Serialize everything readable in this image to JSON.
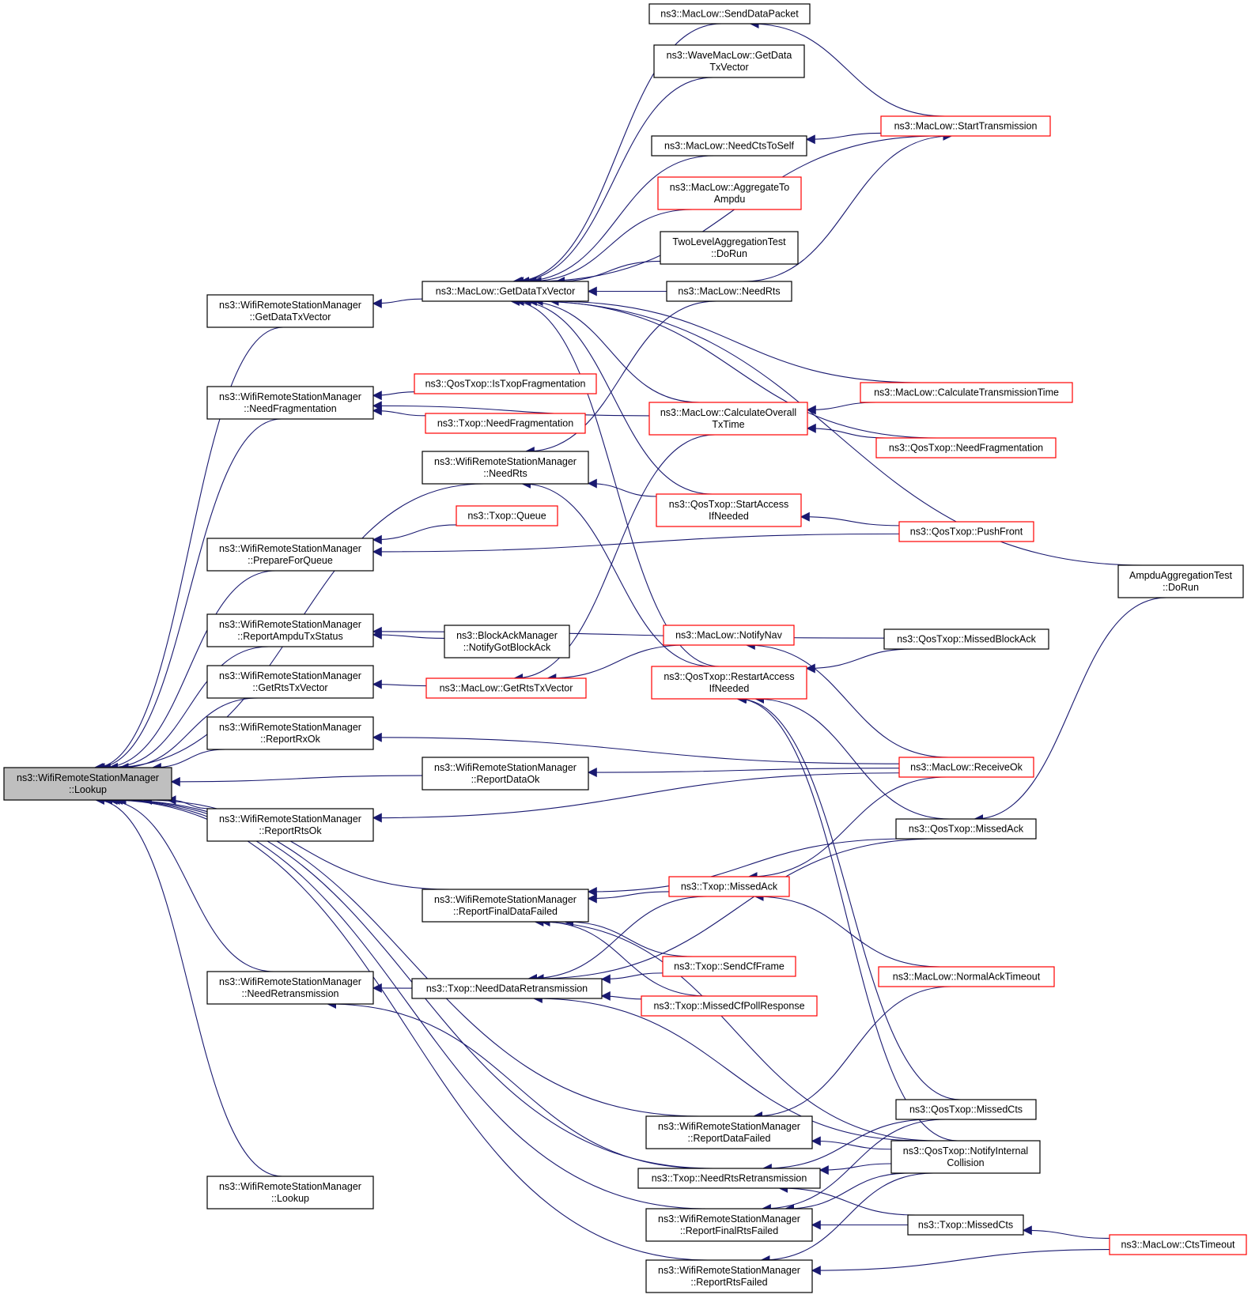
{
  "colors": {
    "edge": "#191970",
    "box_border": "#000000",
    "box_border_red": "#ff0000",
    "focus_fill": "#bfbfbf",
    "box_fill": "#ffffff"
  },
  "nodes": [
    {
      "id": "lookup_main",
      "lines": [
        "ns3::WifiRemoteStationManager",
        "::Lookup"
      ],
      "style": "focus"
    },
    {
      "id": "lookup2",
      "lines": [
        "ns3::WifiRemoteStationManager",
        "::Lookup"
      ],
      "style": "normal"
    },
    {
      "id": "getdatatx_wrsm",
      "lines": [
        "ns3::WifiRemoteStationManager",
        "::GetDataTxVector"
      ],
      "style": "normal"
    },
    {
      "id": "needfrag_wrsm",
      "lines": [
        "ns3::WifiRemoteStationManager",
        "::NeedFragmentation"
      ],
      "style": "normal"
    },
    {
      "id": "needrts_wrsm",
      "lines": [
        "ns3::WifiRemoteStationManager",
        "::NeedRts"
      ],
      "style": "normal"
    },
    {
      "id": "prepare_wrsm",
      "lines": [
        "ns3::WifiRemoteStationManager",
        "::PrepareForQueue"
      ],
      "style": "normal"
    },
    {
      "id": "reportampdu_wrsm",
      "lines": [
        "ns3::WifiRemoteStationManager",
        "::ReportAmpduTxStatus"
      ],
      "style": "normal"
    },
    {
      "id": "getrts_wrsm",
      "lines": [
        "ns3::WifiRemoteStationManager",
        "::GetRtsTxVector"
      ],
      "style": "normal"
    },
    {
      "id": "reportrxok_wrsm",
      "lines": [
        "ns3::WifiRemoteStationManager",
        "::ReportRxOk"
      ],
      "style": "normal"
    },
    {
      "id": "reportdataok_wrsm",
      "lines": [
        "ns3::WifiRemoteStationManager",
        "::ReportDataOk"
      ],
      "style": "normal"
    },
    {
      "id": "reportrtsok_wrsm",
      "lines": [
        "ns3::WifiRemoteStationManager",
        "::ReportRtsOk"
      ],
      "style": "normal"
    },
    {
      "id": "reportfinaldata_wrsm",
      "lines": [
        "ns3::WifiRemoteStationManager",
        "::ReportFinalDataFailed"
      ],
      "style": "normal"
    },
    {
      "id": "needretrans_wrsm",
      "lines": [
        "ns3::WifiRemoteStationManager",
        "::NeedRetransmission"
      ],
      "style": "normal"
    },
    {
      "id": "reportdatafailed_wrsm",
      "lines": [
        "ns3::WifiRemoteStationManager",
        "::ReportDataFailed"
      ],
      "style": "normal"
    },
    {
      "id": "reportfinalrts_wrsm",
      "lines": [
        "ns3::WifiRemoteStationManager",
        "::ReportFinalRtsFailed"
      ],
      "style": "normal"
    },
    {
      "id": "reportrtsfailed_wrsm",
      "lines": [
        "ns3::WifiRemoteStationManager",
        "::ReportRtsFailed"
      ],
      "style": "normal"
    },
    {
      "id": "maclow_getdatatx",
      "lines": [
        "ns3::MacLow::GetDataTxVector"
      ],
      "style": "normal"
    },
    {
      "id": "qostxop_istxopfrag",
      "lines": [
        "ns3::QosTxop::IsTxopFragmentation"
      ],
      "style": "red"
    },
    {
      "id": "txop_needfrag",
      "lines": [
        "ns3::Txop::NeedFragmentation"
      ],
      "style": "red"
    },
    {
      "id": "txop_queue",
      "lines": [
        "ns3::Txop::Queue"
      ],
      "style": "red"
    },
    {
      "id": "blockack_notify",
      "lines": [
        "ns3::BlockAckManager",
        "::NotifyGotBlockAck"
      ],
      "style": "normal"
    },
    {
      "id": "maclow_getrts",
      "lines": [
        "ns3::MacLow::GetRtsTxVector"
      ],
      "style": "red"
    },
    {
      "id": "txop_needdataretrans",
      "lines": [
        "ns3::Txop::NeedDataRetransmission"
      ],
      "style": "normal"
    },
    {
      "id": "txop_needrtsretrans",
      "lines": [
        "ns3::Txop::NeedRtsRetransmission"
      ],
      "style": "normal"
    },
    {
      "id": "maclow_senddata",
      "lines": [
        "ns3::MacLow::SendDataPacket"
      ],
      "style": "normal"
    },
    {
      "id": "wave_getdata",
      "lines": [
        "ns3::WaveMacLow::GetData",
        "TxVector"
      ],
      "style": "normal"
    },
    {
      "id": "maclow_needcts",
      "lines": [
        "ns3::MacLow::NeedCtsToSelf"
      ],
      "style": "normal"
    },
    {
      "id": "maclow_aggregate",
      "lines": [
        "ns3::MacLow::AggregateTo",
        "Ampdu"
      ],
      "style": "red"
    },
    {
      "id": "twolevel_dorun",
      "lines": [
        "TwoLevelAggregationTest",
        "::DoRun"
      ],
      "style": "normal"
    },
    {
      "id": "maclow_needrts",
      "lines": [
        "ns3::MacLow::NeedRts"
      ],
      "style": "normal"
    },
    {
      "id": "maclow_calcoverall",
      "lines": [
        "ns3::MacLow::CalculateOverall",
        "TxTime"
      ],
      "style": "red"
    },
    {
      "id": "qostxop_startaccess",
      "lines": [
        "ns3::QosTxop::StartAccess",
        "IfNeeded"
      ],
      "style": "red"
    },
    {
      "id": "maclow_notifynav",
      "lines": [
        "ns3::MacLow::NotifyNav"
      ],
      "style": "red"
    },
    {
      "id": "qostxop_restartaccess",
      "lines": [
        "ns3::QosTxop::RestartAccess",
        "IfNeeded"
      ],
      "style": "red"
    },
    {
      "id": "txop_missedack",
      "lines": [
        "ns3::Txop::MissedAck"
      ],
      "style": "red"
    },
    {
      "id": "txop_sendcf",
      "lines": [
        "ns3::Txop::SendCfFrame"
      ],
      "style": "red"
    },
    {
      "id": "txop_missedcfpoll",
      "lines": [
        "ns3::Txop::MissedCfPollResponse"
      ],
      "style": "red"
    },
    {
      "id": "maclow_starttrans",
      "lines": [
        "ns3::MacLow::StartTransmission"
      ],
      "style": "red"
    },
    {
      "id": "maclow_calctrans",
      "lines": [
        "ns3::MacLow::CalculateTransmissionTime"
      ],
      "style": "red"
    },
    {
      "id": "qostxop_needfrag",
      "lines": [
        "ns3::QosTxop::NeedFragmentation"
      ],
      "style": "red"
    },
    {
      "id": "qostxop_pushfront",
      "lines": [
        "ns3::QosTxop::PushFront"
      ],
      "style": "red"
    },
    {
      "id": "qostxop_missedblockack",
      "lines": [
        "ns3::QosTxop::MissedBlockAck"
      ],
      "style": "normal"
    },
    {
      "id": "maclow_receiveok",
      "lines": [
        "ns3::MacLow::ReceiveOk"
      ],
      "style": "red"
    },
    {
      "id": "qostxop_missedack",
      "lines": [
        "ns3::QosTxop::MissedAck"
      ],
      "style": "normal"
    },
    {
      "id": "maclow_normalack",
      "lines": [
        "ns3::MacLow::NormalAckTimeout"
      ],
      "style": "red"
    },
    {
      "id": "qostxop_missedcts",
      "lines": [
        "ns3::QosTxop::MissedCts"
      ],
      "style": "normal"
    },
    {
      "id": "qostxop_notifyinternal",
      "lines": [
        "ns3::QosTxop::NotifyInternal",
        "Collision"
      ],
      "style": "normal"
    },
    {
      "id": "txop_missedcts",
      "lines": [
        "ns3::Txop::MissedCts"
      ],
      "style": "normal"
    },
    {
      "id": "ampdu_dorun",
      "lines": [
        "AmpduAggregationTest",
        "::DoRun"
      ],
      "style": "normal"
    },
    {
      "id": "maclow_ctstimeout",
      "lines": [
        "ns3::MacLow::CtsTimeout"
      ],
      "style": "red"
    }
  ],
  "edges": [
    [
      "getdatatx_wrsm",
      "lookup_main"
    ],
    [
      "needfrag_wrsm",
      "lookup_main"
    ],
    [
      "needrts_wrsm",
      "lookup_main"
    ],
    [
      "prepare_wrsm",
      "lookup_main"
    ],
    [
      "reportampdu_wrsm",
      "lookup_main"
    ],
    [
      "getrts_wrsm",
      "lookup_main"
    ],
    [
      "reportrxok_wrsm",
      "lookup_main"
    ],
    [
      "reportdataok_wrsm",
      "lookup_main"
    ],
    [
      "reportrtsok_wrsm",
      "lookup_main"
    ],
    [
      "reportfinaldata_wrsm",
      "lookup_main"
    ],
    [
      "needretrans_wrsm",
      "lookup_main"
    ],
    [
      "reportdatafailed_wrsm",
      "lookup_main"
    ],
    [
      "txop_needrtsretrans",
      "lookup_main"
    ],
    [
      "reportfinalrts_wrsm",
      "lookup_main"
    ],
    [
      "reportrtsfailed_wrsm",
      "lookup_main"
    ],
    [
      "lookup2",
      "lookup_main"
    ],
    [
      "maclow_getdatatx",
      "getdatatx_wrsm"
    ],
    [
      "maclow_senddata",
      "maclow_getdatatx"
    ],
    [
      "wave_getdata",
      "maclow_getdatatx"
    ],
    [
      "maclow_starttrans",
      "maclow_getdatatx"
    ],
    [
      "maclow_needcts",
      "maclow_getdatatx"
    ],
    [
      "maclow_aggregate",
      "maclow_getdatatx"
    ],
    [
      "twolevel_dorun",
      "maclow_getdatatx"
    ],
    [
      "maclow_needrts",
      "maclow_getdatatx"
    ],
    [
      "ampdu_dorun",
      "maclow_getdatatx"
    ],
    [
      "maclow_calctrans",
      "maclow_getdatatx"
    ],
    [
      "maclow_calcoverall",
      "maclow_getdatatx"
    ],
    [
      "qostxop_needfrag",
      "maclow_getdatatx"
    ],
    [
      "qostxop_startaccess",
      "maclow_getdatatx"
    ],
    [
      "qostxop_restartaccess",
      "maclow_getdatatx"
    ],
    [
      "maclow_starttrans",
      "maclow_senddata"
    ],
    [
      "maclow_starttrans",
      "maclow_needcts"
    ],
    [
      "maclow_needrts",
      "maclow_starttrans"
    ],
    [
      "qostxop_istxopfrag",
      "needfrag_wrsm"
    ],
    [
      "txop_needfrag",
      "needfrag_wrsm"
    ],
    [
      "maclow_calcoverall",
      "needfrag_wrsm"
    ],
    [
      "maclow_needrts",
      "needrts_wrsm"
    ],
    [
      "qostxop_startaccess",
      "needrts_wrsm"
    ],
    [
      "qostxop_restartaccess",
      "needrts_wrsm"
    ],
    [
      "maclow_calctrans",
      "maclow_calcoverall"
    ],
    [
      "qostxop_needfrag",
      "maclow_calcoverall"
    ],
    [
      "qostxop_pushfront",
      "qostxop_startaccess"
    ],
    [
      "txop_queue",
      "prepare_wrsm"
    ],
    [
      "qostxop_pushfront",
      "prepare_wrsm"
    ],
    [
      "qostxop_missedblockack",
      "reportampdu_wrsm"
    ],
    [
      "blockack_notify",
      "reportampdu_wrsm"
    ],
    [
      "maclow_getrts",
      "getrts_wrsm"
    ],
    [
      "maclow_notifynav",
      "maclow_getrts"
    ],
    [
      "maclow_calcoverall",
      "maclow_getrts"
    ],
    [
      "maclow_receiveok",
      "maclow_notifynav"
    ],
    [
      "qostxop_missedblockack",
      "qostxop_restartaccess"
    ],
    [
      "qostxop_missedack",
      "qostxop_restartaccess"
    ],
    [
      "qostxop_missedcts",
      "qostxop_restartaccess"
    ],
    [
      "qostxop_notifyinternal",
      "qostxop_restartaccess"
    ],
    [
      "maclow_receiveok",
      "reportrxok_wrsm"
    ],
    [
      "maclow_receiveok",
      "reportdataok_wrsm"
    ],
    [
      "reportdataok_wrsm",
      "lookup_main"
    ],
    [
      "maclow_receiveok",
      "reportrtsok_wrsm"
    ],
    [
      "ampdu_dorun",
      "qostxop_missedack"
    ],
    [
      "qostxop_missedack",
      "reportfinaldata_wrsm"
    ],
    [
      "txop_missedack",
      "reportfinaldata_wrsm"
    ],
    [
      "txop_sendcf",
      "reportfinaldata_wrsm"
    ],
    [
      "txop_missedcfpoll",
      "reportfinaldata_wrsm"
    ],
    [
      "qostxop_notifyinternal",
      "reportfinaldata_wrsm"
    ],
    [
      "maclow_receiveok",
      "txop_missedack"
    ],
    [
      "maclow_normalack",
      "txop_missedack"
    ],
    [
      "txop_needdataretrans",
      "needretrans_wrsm"
    ],
    [
      "txop_needrtsretrans",
      "needretrans_wrsm"
    ],
    [
      "txop_missedack",
      "txop_needdataretrans"
    ],
    [
      "txop_sendcf",
      "txop_needdataretrans"
    ],
    [
      "txop_missedcfpoll",
      "txop_needdataretrans"
    ],
    [
      "qostxop_missedack",
      "txop_needdataretrans"
    ],
    [
      "qostxop_notifyinternal",
      "txop_needdataretrans"
    ],
    [
      "maclow_normalack",
      "reportdatafailed_wrsm"
    ],
    [
      "qostxop_notifyinternal",
      "reportdatafailed_wrsm"
    ],
    [
      "qostxop_missedcts",
      "txop_needrtsretrans"
    ],
    [
      "qostxop_notifyinternal",
      "txop_needrtsretrans"
    ],
    [
      "txop_missedcts",
      "txop_needrtsretrans"
    ],
    [
      "qostxop_missedcts",
      "reportfinalrts_wrsm"
    ],
    [
      "qostxop_notifyinternal",
      "reportfinalrts_wrsm"
    ],
    [
      "txop_missedcts",
      "reportfinalrts_wrsm"
    ],
    [
      "qostxop_notifyinternal",
      "reportrtsfailed_wrsm"
    ],
    [
      "maclow_ctstimeout",
      "reportrtsfailed_wrsm"
    ],
    [
      "maclow_ctstimeout",
      "txop_missedcts"
    ]
  ]
}
